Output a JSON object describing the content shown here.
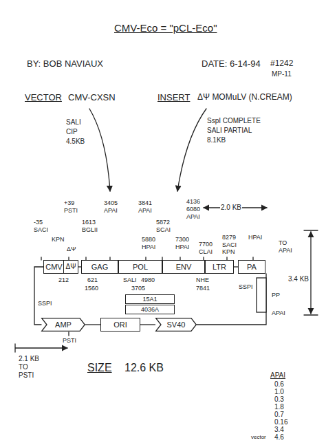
{
  "diagram": {
    "title": "CMV-Eco = \"pCL-Eco\"",
    "nodes": [
      {
        "text": [
          "CMV"
        ]
      },
      {
        "text": [
          "ΔΨ"
        ]
      },
      {
        "text": [
          "GAG"
        ]
      },
      {
        "text": [
          "POL"
        ]
      },
      {
        "text": [
          "ENV"
        ]
      },
      {
        "text": [
          "LTR"
        ]
      },
      {
        "text": [
          "PA"
        ]
      },
      {
        "text": [
          "15A1"
        ]
      },
      {
        "text": [
          "4036A"
        ]
      },
      {
        "text": [
          "AMP"
        ]
      },
      {
        "text": [
          "ORI"
        ]
      },
      {
        "text": [
          "SV40"
        ]
      }
    ],
    "edges": [
      {
        "from": 1,
        "to": 2,
        "arrow": "none"
      },
      {
        "from": 5,
        "to": 6,
        "arrow": "none"
      },
      {
        "from": 9,
        "to": 10,
        "arrow": "none"
      },
      {
        "from": 10,
        "to": 11,
        "arrow": "none"
      }
    ],
    "labels": [
      "BY: BOB NAVIAUX",
      "DATE: 6-14-94",
      "#1242",
      "MP-11",
      "VECTOR",
      "CMV-CXSN",
      "SALI",
      "CIP",
      "4.5KB",
      "INSERT",
      "ΔΨ MOMuLV (N.CREAM)",
      "SspI COMPLETE",
      "SALI PARTIAL",
      "8.1KB",
      "+39",
      "PSTI",
      "-35",
      "SACI",
      "KPN",
      "ΔΨ",
      "1613",
      "BGLII",
      "3405",
      "APAI",
      "3841",
      "APAI",
      "4136",
      "6080",
      "APAI",
      "5872",
      "SCAI",
      "5880",
      "HPAI",
      "7300",
      "HPAI",
      "7700",
      "CLAI",
      "8279",
      "SACI",
      "KPN",
      "HPAI",
      "2.0 KB",
      "TO",
      "APAI",
      "3.4 KB",
      "212",
      "621",
      "1560",
      "SALI",
      "4980",
      "3705",
      "NHE",
      "7841",
      "SSPI",
      "PP",
      "APAI",
      "SSPI",
      "PSTI",
      "2.1 KB",
      "TO",
      "PSTI",
      "SIZE",
      "12.6 KB",
      "APAI",
      "0.6",
      "1.0",
      "0.3",
      "1.8",
      "0.7",
      "0.16",
      "3.4",
      "vector",
      "4.6"
    ]
  }
}
